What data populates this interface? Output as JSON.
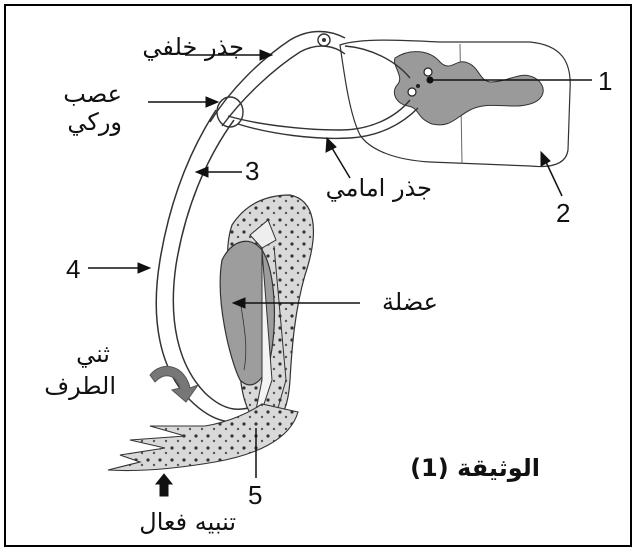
{
  "figure": {
    "title": "الوثيقة (1)",
    "labels": {
      "dorsal_root": "جذر خلفي",
      "sciatic_nerve_line1": "عصب",
      "sciatic_nerve_line2": "وركي",
      "ventral_root": "جذر امامي",
      "muscle": "عضلة",
      "limb_flexion_line1": "ثني",
      "limb_flexion_line2": "الطرف",
      "stimulus": "تنبيه فعال"
    },
    "numbers": {
      "n1": "1",
      "n2": "2",
      "n3": "3",
      "n4": "4",
      "n5": "5"
    }
  }
}
